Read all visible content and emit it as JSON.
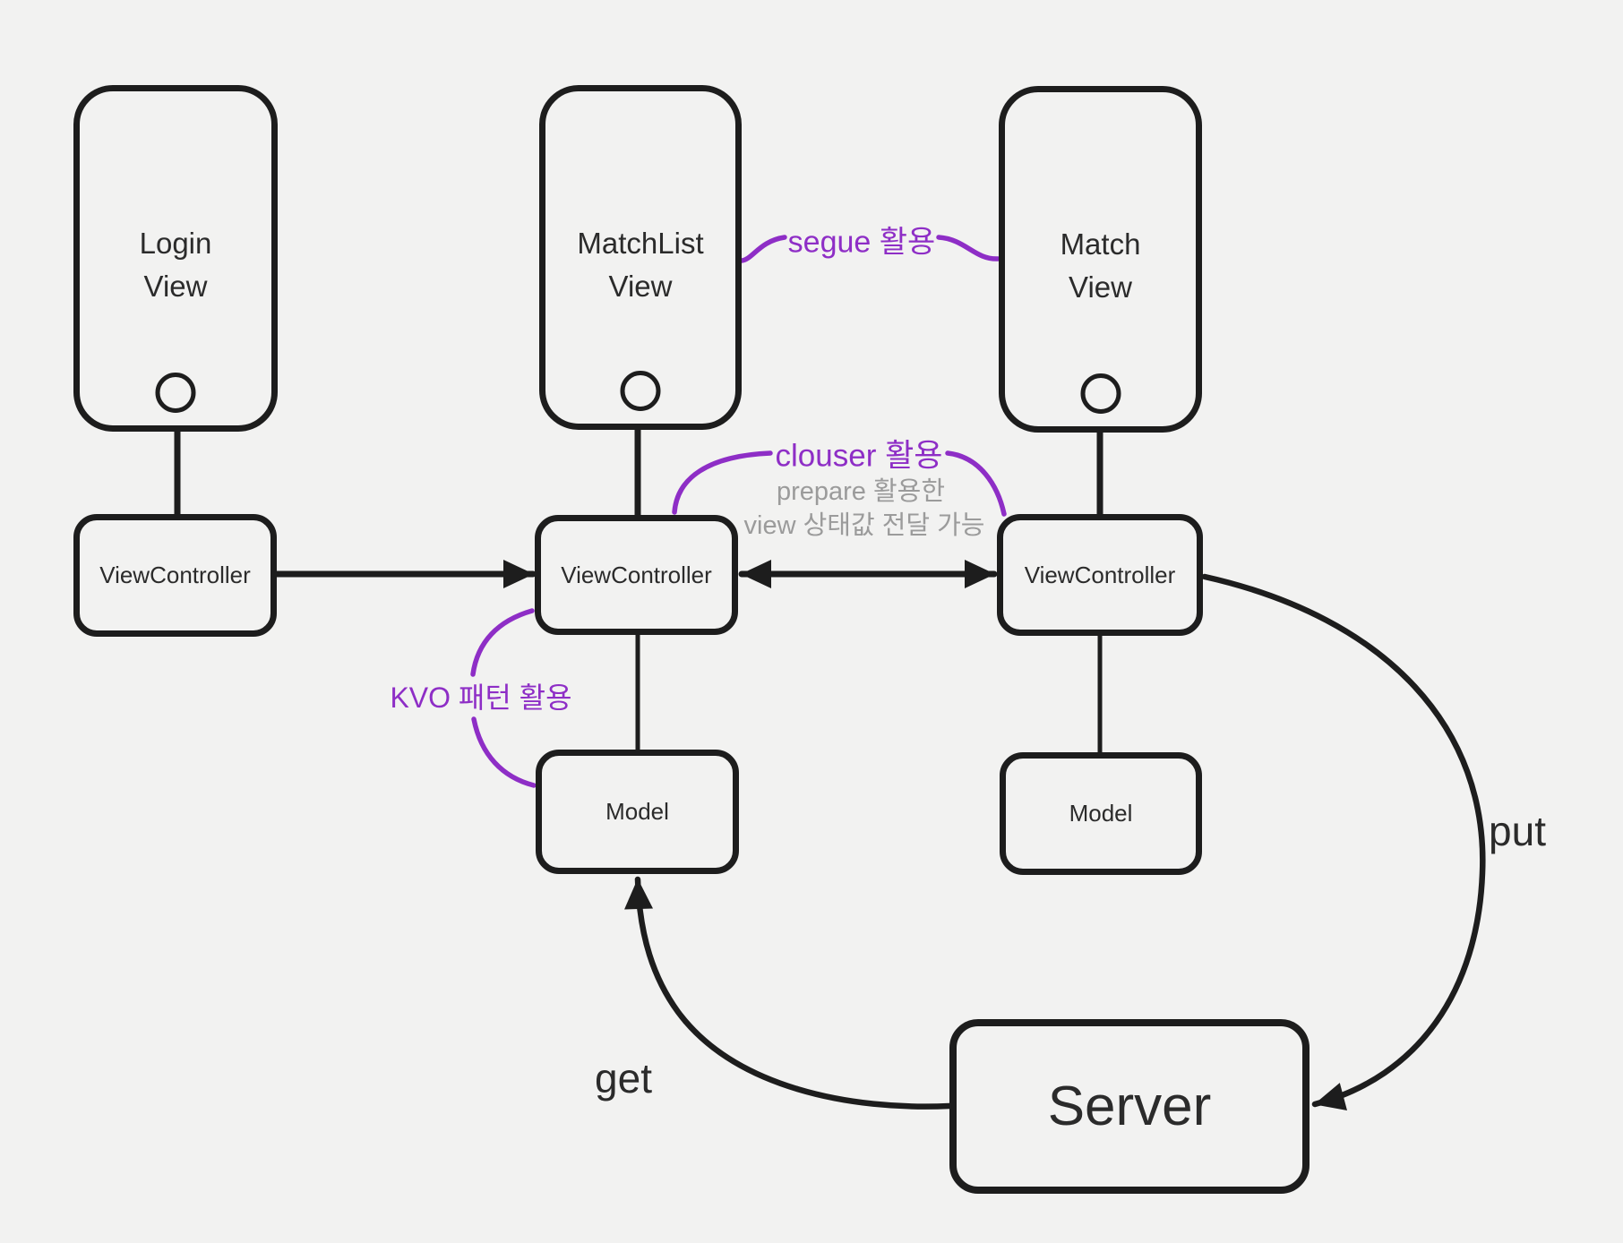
{
  "colors": {
    "bg": "#f2f2f1",
    "stroke": "#1d1d1d",
    "text": "#2b2b2b",
    "annotation": "#8e2ec6",
    "muted": "#9b9b9b"
  },
  "phones": [
    {
      "line1": "Login",
      "line2": "View"
    },
    {
      "line1": "MatchList",
      "line2": "View"
    },
    {
      "line1": "Match",
      "line2": "View"
    }
  ],
  "view_controllers": [
    {
      "label": "ViewController"
    },
    {
      "label": "ViewController"
    },
    {
      "label": "ViewController"
    }
  ],
  "models": [
    {
      "label": "Model"
    },
    {
      "label": "Model"
    }
  ],
  "server": {
    "label": "Server"
  },
  "annotations": {
    "segue": "segue 활용",
    "clouser": "clouser 활용",
    "prepare_line1": "prepare 활용한",
    "prepare_line2": "view 상태값 전달 가능",
    "kvo": "KVO 패턴 활용",
    "put": "put",
    "get": "get"
  }
}
